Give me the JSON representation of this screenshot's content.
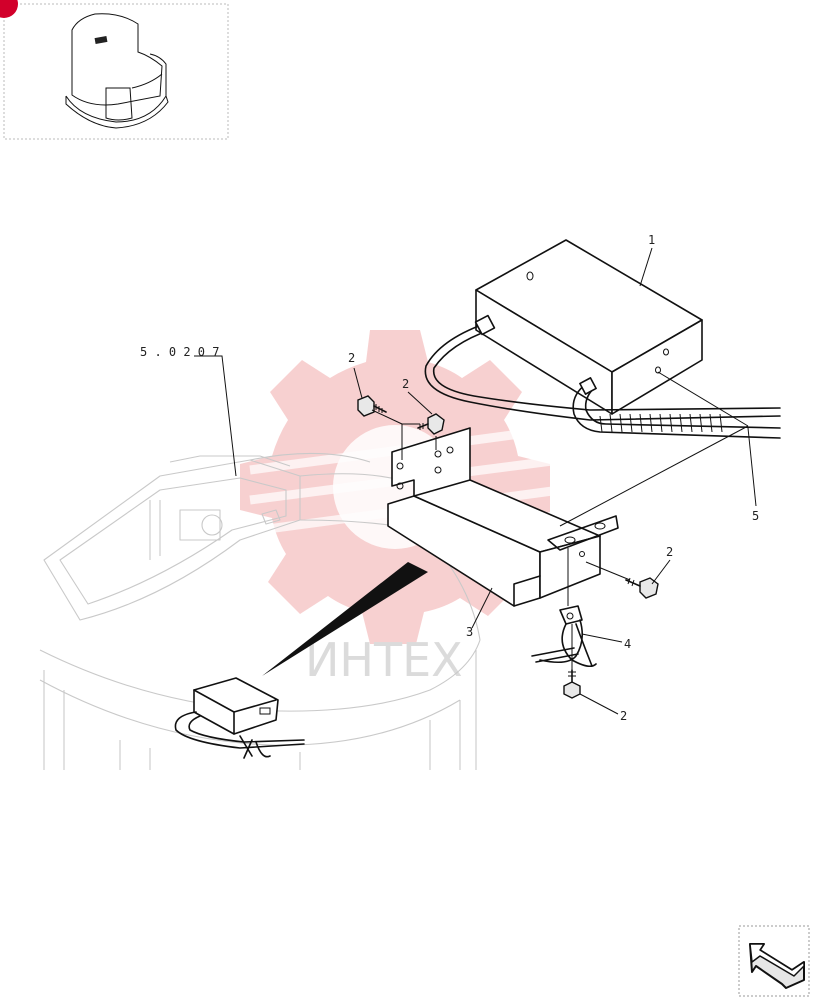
{
  "diagram": {
    "callouts": [
      {
        "id": "callout-1",
        "text": "1"
      },
      {
        "id": "callout-2a",
        "text": "2"
      },
      {
        "id": "callout-2b",
        "text": "2"
      },
      {
        "id": "callout-2c",
        "text": "2"
      },
      {
        "id": "callout-2d",
        "text": "2"
      },
      {
        "id": "callout-3",
        "text": "3"
      },
      {
        "id": "callout-4",
        "text": "4"
      },
      {
        "id": "callout-5",
        "text": "5"
      }
    ],
    "reference": "5 . 0 2 0 7",
    "watermark": "ИНТЕХ"
  },
  "colors": {
    "line": "#111111",
    "ghost": "#c9c9c9",
    "watermark_gear": "#f4b9b9",
    "marker": "#d2002b"
  },
  "icons": {
    "navigation": "return-arrow-icon",
    "thumbnail": "overview-thumbnail",
    "watermark": "gear-logo-watermark"
  }
}
